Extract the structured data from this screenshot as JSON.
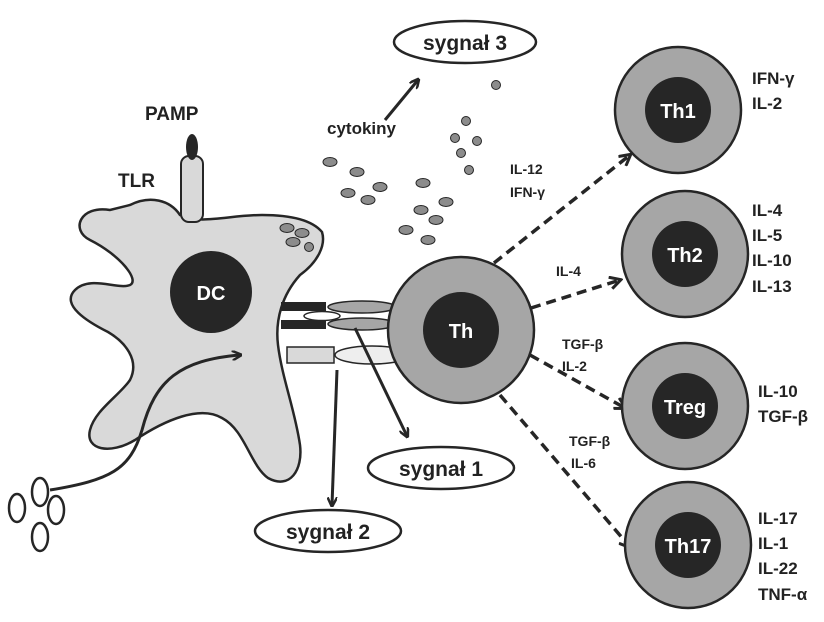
{
  "dc": {
    "label": "DC"
  },
  "pamp": {
    "label": "PAMP"
  },
  "tlr": {
    "label": "TLR"
  },
  "cytokines": {
    "label": "cytokiny"
  },
  "signals": {
    "s1": "sygnał 1",
    "s2": "sygnał 2",
    "s3": "sygnał 3"
  },
  "th": {
    "label": "Th"
  },
  "dc_secretions": {
    "line1": "IL-12",
    "line2": "IFN-γ"
  },
  "branches": [
    {
      "arrow_label": [
        "IL-4"
      ],
      "cell": "Th2",
      "products": [
        "IL-4",
        "IL-5",
        "IL-10",
        "IL-13"
      ]
    },
    {
      "arrow_label": [
        "TGF-β",
        "IL-2"
      ],
      "cell": "Treg",
      "products": [
        "IL-10",
        "TGF-β"
      ]
    },
    {
      "arrow_label": [
        "TGF-β",
        "IL-6"
      ],
      "cell": "Th17",
      "products": [
        "IL-17",
        "IL-1",
        "IL-22",
        "TNF-α"
      ]
    }
  ],
  "th1": {
    "cell": "Th1",
    "products": [
      "IFN-γ",
      "IL-2"
    ]
  },
  "colors": {
    "dc_fill": "#d9d9d9",
    "ring": "#a6a6a6",
    "core": "#262626",
    "granule": "#8c8c8c",
    "stroke": "#262626"
  }
}
